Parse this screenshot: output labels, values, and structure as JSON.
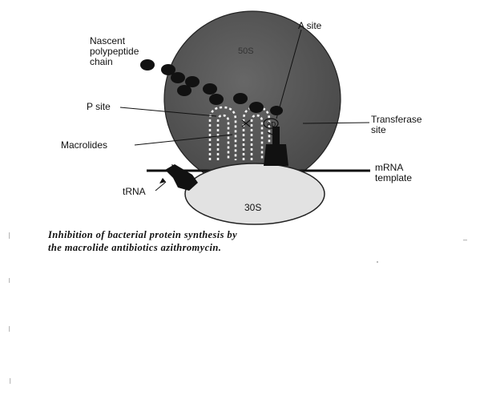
{
  "labels": {
    "nascent": [
      "Nascent",
      "polypeptide",
      "chain"
    ],
    "a_site": "A site",
    "p_site": "P site",
    "transferase": [
      "Transferase",
      "site"
    ],
    "macrolides": "Macrolides",
    "mrna": [
      "mRNA",
      "template"
    ],
    "trna": "tRNA",
    "s50": "50S",
    "s30": "30S",
    "center_mark": "AD"
  },
  "caption": [
    "Inhibition of bacterial protein synthesis by",
    "the macrolide antibiotics azithromycin."
  ],
  "colors": {
    "large_subunit": "#555555",
    "small_subunit": "#e2e2e2",
    "ink": "#111111",
    "dotted_trna": "#f4f4f4"
  }
}
